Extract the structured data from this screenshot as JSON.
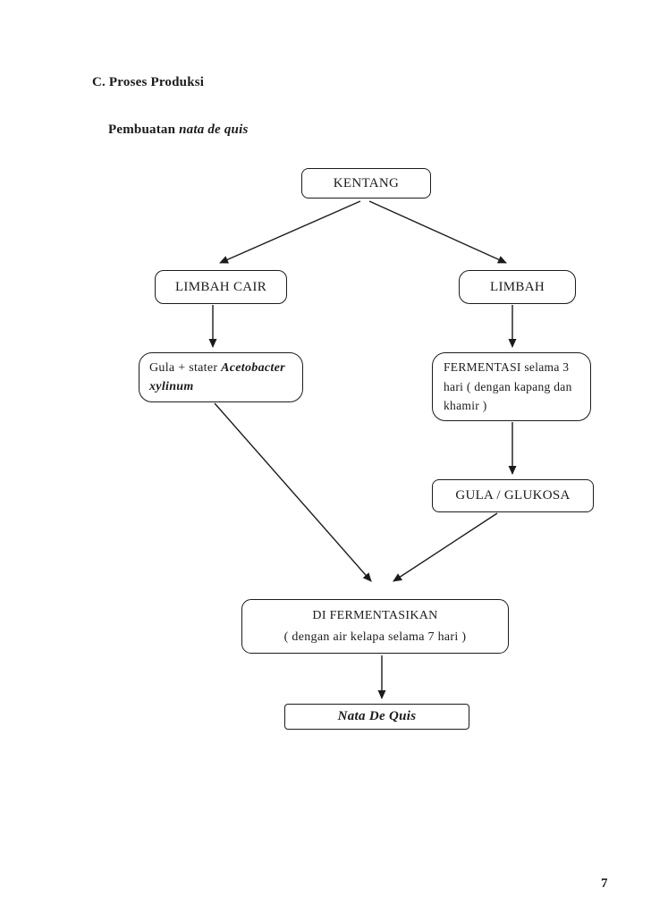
{
  "colors": {
    "ink": "#1b1b1b",
    "paper": "#ffffff"
  },
  "document": {
    "heading": "C. Proses Produksi",
    "subheading_prefix": "Pembuatan ",
    "subheading_term": "nata de quis",
    "page_number": "7"
  },
  "flowchart": {
    "kentang_label": "KENTANG",
    "limbah_cair_label": "LIMBAH CAIR",
    "limbah_label": "LIMBAH",
    "gula_stater": {
      "prefix": "Gula + stater ",
      "species_line1": "Acetobacter",
      "species_line2": "xylinum"
    },
    "fermentasi_label": "FERMENTASI selama 3 hari ( dengan kapang dan khamir )",
    "gula_glukosa_label": "GULA / GLUKOSA",
    "di_fermentasikan_line1": "DI FERMENTASIKAN",
    "di_fermentasikan_line2": "( dengan air kelapa selama 7 hari )",
    "nata_de_quis_label": "Nata De Quis"
  }
}
